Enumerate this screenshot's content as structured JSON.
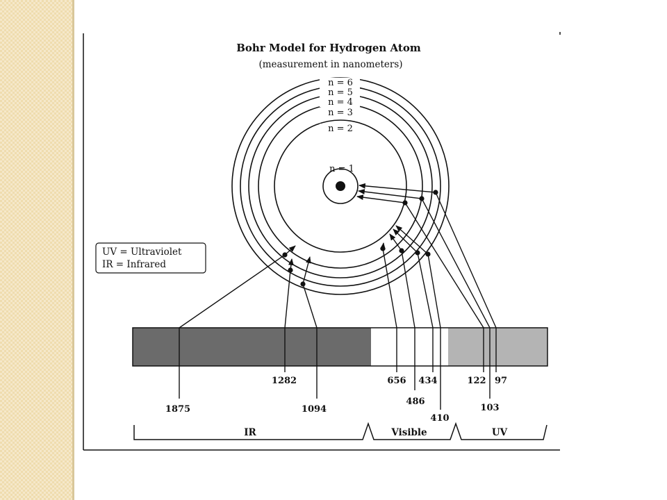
{
  "title": "Bohr Model for Hydrogen Atom",
  "subtitle": "(measurement in nanometers)",
  "orbits": [
    {
      "n": "1",
      "label": "n = 1"
    },
    {
      "n": "2",
      "label": "n = 2"
    },
    {
      "n": "3",
      "label": "n = 3"
    },
    {
      "n": "4",
      "label": "n = 4"
    },
    {
      "n": "5",
      "label": "n = 5"
    },
    {
      "n": "6",
      "label": "n = 6"
    }
  ],
  "legend": {
    "line1": "UV = Ultraviolet",
    "line2": "IR = Infrared"
  },
  "bands": {
    "ir": "IR",
    "visible": "Visible",
    "uv": "UV"
  },
  "wavelengths": {
    "w1875": "1875",
    "w1282": "1282",
    "w1094": "1094",
    "w656": "656",
    "w486": "486",
    "w434": "434",
    "w410": "410",
    "w122": "122",
    "w103": "103",
    "w97": "97"
  },
  "colors": {
    "ir_band": "#6b6b6b",
    "visible_band": "#ffffff",
    "uv_band": "#b4b4b4",
    "side_strip": "#efdcae"
  }
}
